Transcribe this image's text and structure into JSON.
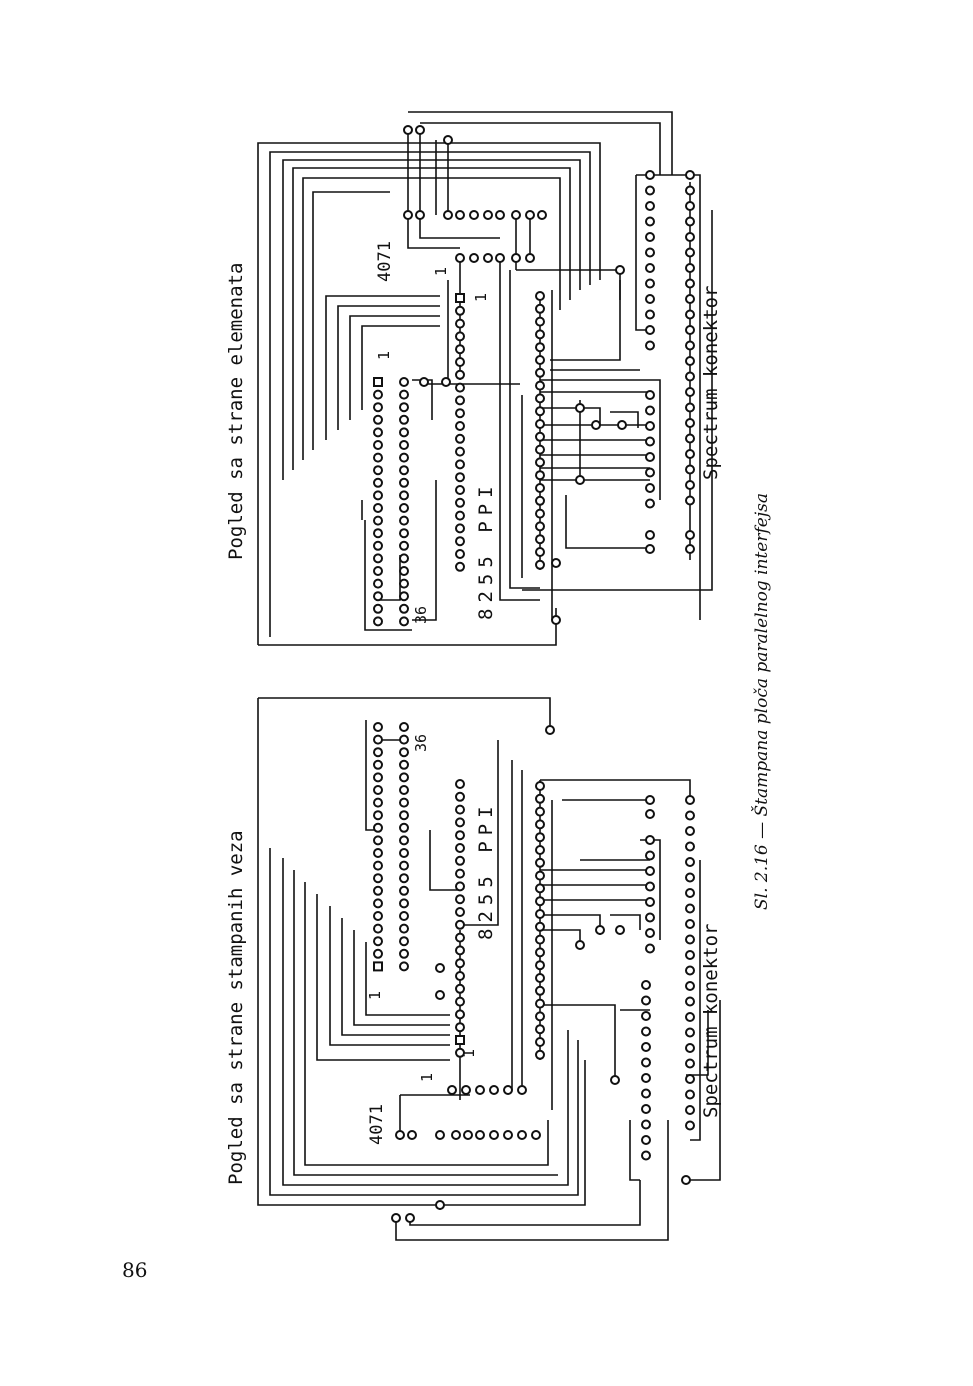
{
  "page": {
    "page_number": "86",
    "caption": "Sl. 2.16 — Štampana ploča paralelnog interfejsa"
  },
  "right_board": {
    "view_title": "Pogled sa strane elemenata",
    "chip_logic": "4071",
    "chip_ppi": "8255 PPI",
    "connector": "Spectrum konektor",
    "pin_first": "1",
    "pin_last": "36"
  },
  "left_board": {
    "view_title": "Pogled sa strane stampanih veza",
    "chip_logic": "4071",
    "chip_ppi": "8255 PPI",
    "connector": "Spectrum konektor",
    "pin_first": "1",
    "pin_last": "36"
  },
  "colors": {
    "ink": "#111111",
    "paper": "#ffffff"
  }
}
